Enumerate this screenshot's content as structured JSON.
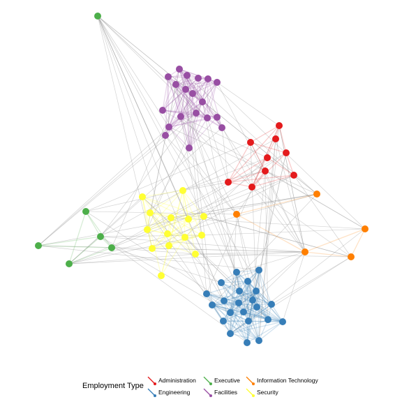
{
  "legend": {
    "title": "Employment Type",
    "entries": [
      {
        "label": "Administration",
        "color": "#e41a1c"
      },
      {
        "label": "Engineering",
        "color": "#377eb8"
      },
      {
        "label": "Executive",
        "color": "#4daf4a"
      },
      {
        "label": "Facilities",
        "color": "#984ea3"
      },
      {
        "label": "Information Technology",
        "color": "#ff7f00"
      },
      {
        "label": "Security",
        "color": "#ffff33"
      }
    ]
  },
  "colors": {
    "Administration": "#e41a1c",
    "Engineering": "#377eb8",
    "Executive": "#4daf4a",
    "Facilities": "#984ea3",
    "Information Technology": "#ff7f00",
    "Security": "#ffff33",
    "cross_group_edge": "#9e9e9e"
  }
}
